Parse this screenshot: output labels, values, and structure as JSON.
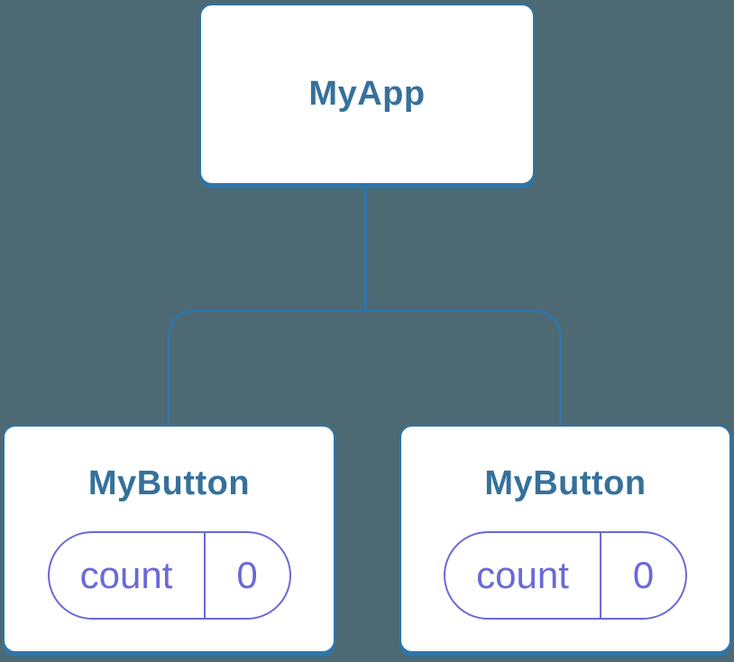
{
  "diagram": {
    "colors": {
      "background": "#4d6974",
      "connector": "#2e75a7",
      "node_fill": "#ffffff",
      "node_title": "#35719b",
      "state_pill": "#6a69d8"
    },
    "root": {
      "label": "MyApp"
    },
    "children": [
      {
        "label": "MyButton",
        "state": {
          "key": "count",
          "value": "0"
        }
      },
      {
        "label": "MyButton",
        "state": {
          "key": "count",
          "value": "0"
        }
      }
    ]
  }
}
